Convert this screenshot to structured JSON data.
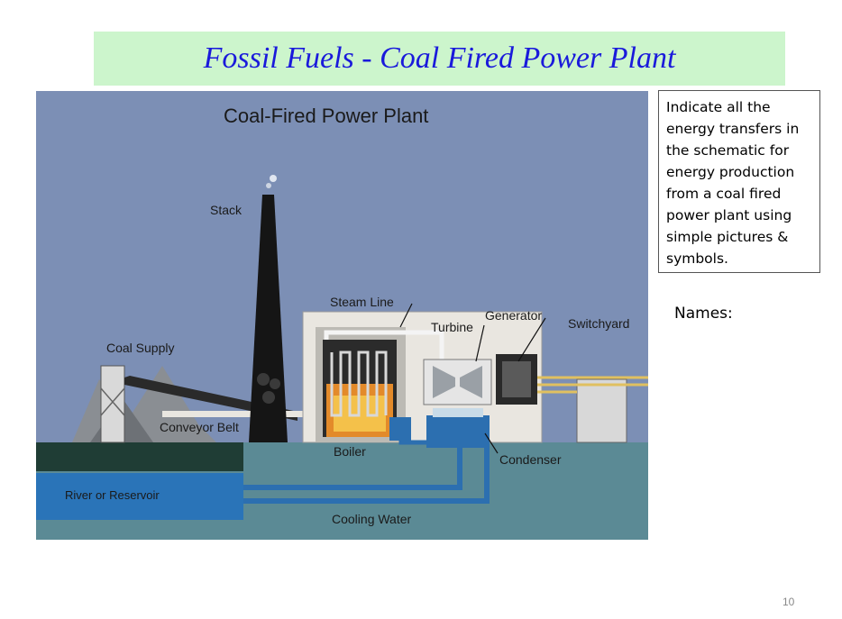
{
  "slide": {
    "title": "Fossil Fuels - Coal Fired Power Plant",
    "prompt": "Indicate all the energy transfers in the schematic for energy production from a coal fired power plant using simple pictures & symbols.",
    "names_label": "Names:",
    "page_number": "10"
  },
  "diagram": {
    "title": "Coal-Fired Power Plant",
    "labels": {
      "stack": "Stack",
      "steam_line": "Steam Line",
      "generator": "Generator",
      "turbine": "Turbine",
      "switchyard": "Switchyard",
      "coal_supply": "Coal Supply",
      "conveyor_belt": "Conveyor Belt",
      "boiler": "Boiler",
      "condenser": "Condenser",
      "river_or_reservoir": "River or Reservoir",
      "cooling_water": "Cooling Water"
    },
    "colors": {
      "sky": "#7c8fb5",
      "water": "#5b8a95",
      "river": "#2a74b8",
      "stack": "#151515",
      "building": "#e9e6e0",
      "fire": "#e38a2a",
      "pipe": "#2c6fb0"
    }
  }
}
